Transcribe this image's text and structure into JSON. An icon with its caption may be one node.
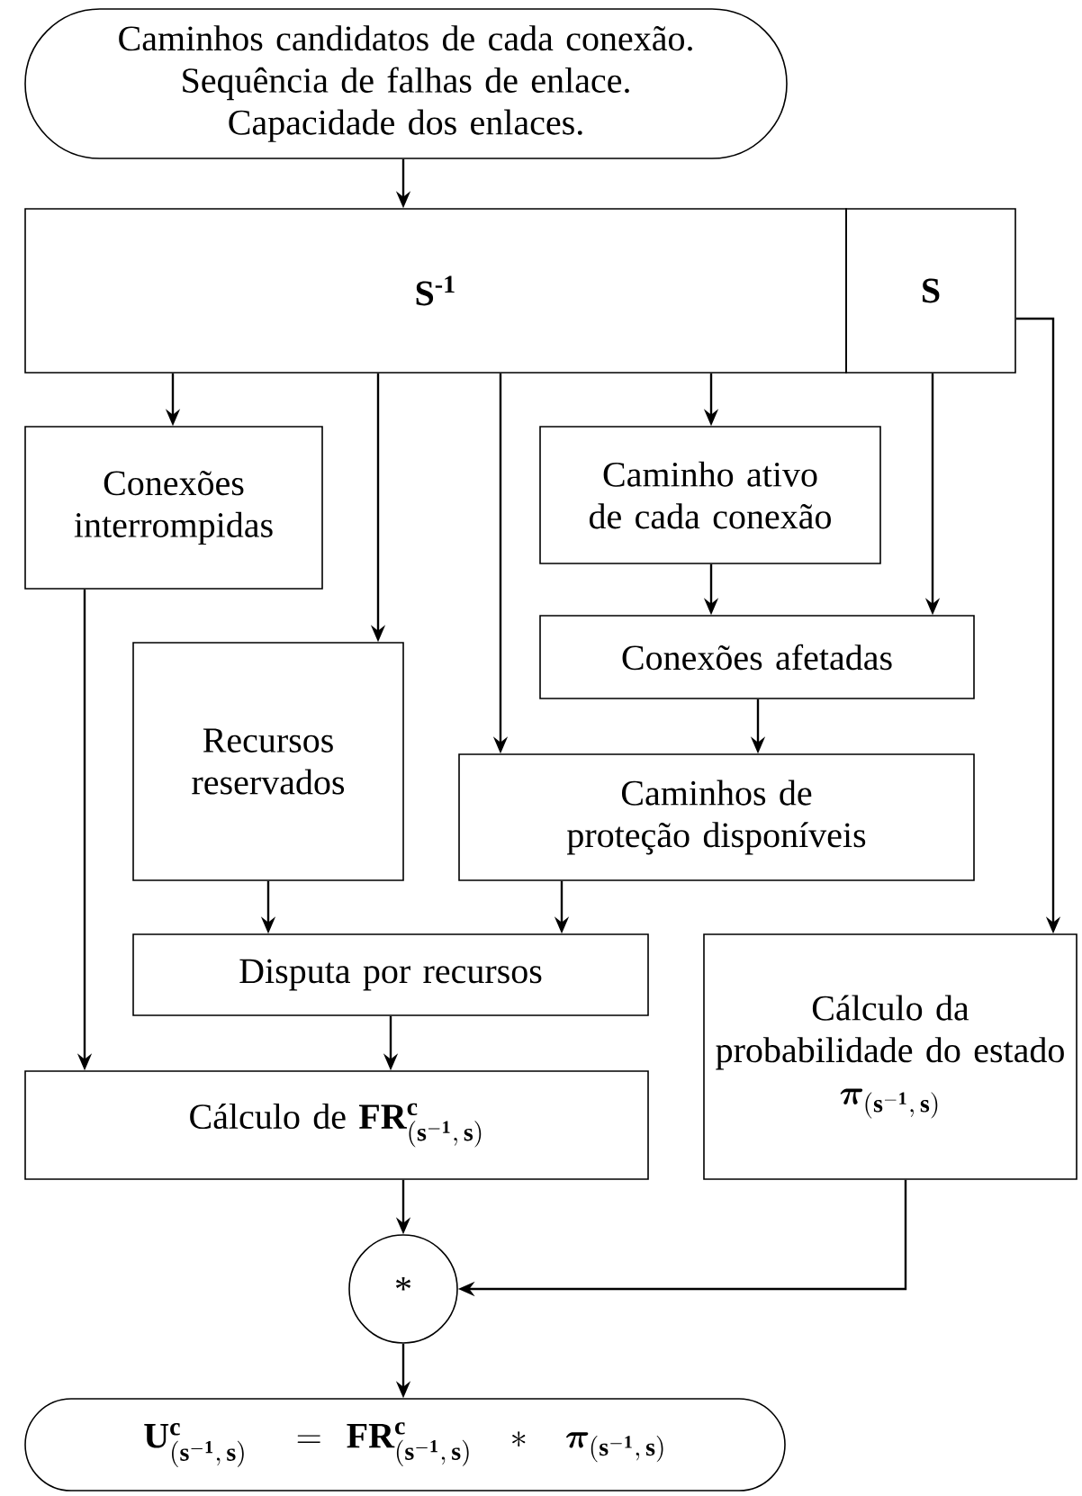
{
  "diagram": {
    "nodes": [
      {
        "text": [
          "Caminhos candidatos de cada conexão.",
          "Sequência de falhas de enlace.",
          "Capacidade dos enlaces."
        ]
      },
      {
        "text": [
          "S$^{-1}$"
        ]
      },
      {
        "text": [
          "S"
        ]
      },
      {
        "text": [
          "Conexões interrompidas"
        ]
      },
      {
        "text": [
          "Caminho ativo de cada conexão"
        ]
      },
      {
        "text": [
          "Recursos reservados"
        ]
      },
      {
        "text": [
          "Conexões afetadas"
        ]
      },
      {
        "text": [
          "Caminhos de proteção disponíveis"
        ]
      },
      {
        "text": [
          "Disputa por recursos"
        ]
      },
      {
        "text": [
          "Cálculo da probabilidade do estado",
          "\\boldsymbol{\\pi}_{\\mathbf{(s^{-1},\\,s)}}"
        ]
      },
      {
        "text": [
          "Cálculo de",
          "\\mathbf{FR}^{\\mathbf{c}}_{\\mathbf{(s^{-1},\\,s)}}"
        ]
      },
      {
        "text": [
          "*"
        ]
      },
      {
        "text": [
          "\\mathbf{U}^{\\mathbf{c}}_{\\mathbf{(s^{-1},\\,s)}}\\;=\\mathbf{FR}^{\\mathbf{c}}_{\\mathbf{(s^{-1},\\,s)}}\\;*\\;\\boldsymbol{\\pi}_{\\mathbf{(s^{-1},\\,s)}}"
        ]
      }
    ],
    "edges": [
      {
        "from": 0,
        "to": 1,
        "arrow": "to"
      },
      {
        "from": 1,
        "to": 3,
        "arrow": "to"
      },
      {
        "from": 1,
        "to": 5,
        "arrow": "to"
      },
      {
        "from": 1,
        "to": 7,
        "arrow": "to"
      },
      {
        "from": 1,
        "to": 4,
        "arrow": "to"
      },
      {
        "from": 2,
        "to": 6,
        "arrow": "to"
      },
      {
        "from": 2,
        "to": 9,
        "arrow": "to"
      },
      {
        "from": 4,
        "to": 6,
        "arrow": "to"
      },
      {
        "from": 6,
        "to": 7,
        "arrow": "to"
      },
      {
        "from": 5,
        "to": 8,
        "arrow": "to"
      },
      {
        "from": 7,
        "to": 8,
        "arrow": "to"
      },
      {
        "from": 3,
        "to": 10,
        "arrow": "to"
      },
      {
        "from": 8,
        "to": 10,
        "arrow": "to"
      },
      {
        "from": 10,
        "to": 11,
        "arrow": "to"
      },
      {
        "from": 9,
        "to": 11,
        "arrow": "to"
      },
      {
        "from": 11,
        "to": 12,
        "arrow": "to"
      }
    ]
  }
}
